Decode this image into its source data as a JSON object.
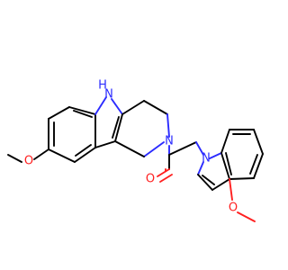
{
  "colors": {
    "carbon_bond": "#000000",
    "nitrogen": "#2b2bff",
    "oxygen": "#ff1f1f",
    "background": "#ffffff"
  },
  "atom_labels": {
    "indole_nh": "H",
    "indole_nh_n": "N",
    "ring_n": "N",
    "indole2_n": "N",
    "carbonyl_o": "O",
    "methoxy_o_left": "O",
    "methoxy_o_right": "O"
  }
}
